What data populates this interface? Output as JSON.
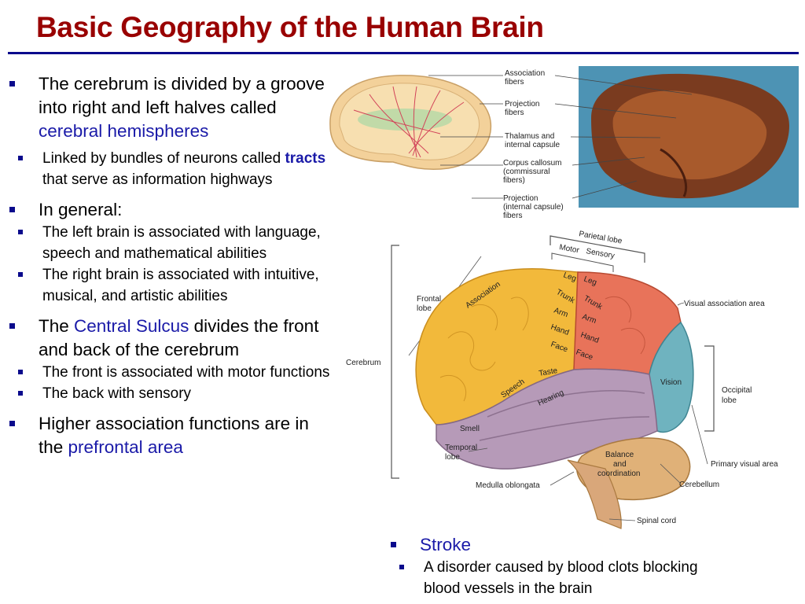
{
  "title": "Basic Geography of the Human Brain",
  "bullets": {
    "b1": {
      "pre": "The cerebrum is divided by a groove into right and left halves called ",
      "hl": "cerebral hemispheres",
      "sub1_pre": "Linked by bundles of neurons called ",
      "sub1_hl": "tracts",
      "sub1_post": " that serve as information highways"
    },
    "b2": {
      "text": "In general:",
      "sub1": "The left brain is associated with language, speech and mathematical abilities",
      "sub2": "The right brain is associated with intuitive, musical, and artistic abilities"
    },
    "b3": {
      "pre": "The ",
      "hl": "Central Sulcus",
      "post": " divides the front and back of the cerebrum",
      "sub1": "The front is associated with motor functions",
      "sub2": "The back with sensory"
    },
    "b4": {
      "pre": "Higher association functions are in the ",
      "hl": "prefrontal area"
    }
  },
  "stroke": {
    "title": "Stroke",
    "sub": "A disorder caused by blood clots blocking blood vessels in the brain"
  },
  "top_figure": {
    "labels": {
      "assoc": "Association",
      "assoc2": "fibers",
      "proj": "Projection",
      "proj2": "fibers",
      "thal": "Thalamus and",
      "thal2": "internal capsule",
      "cc": "Corpus callosum",
      "cc2": "(commissural",
      "cc3": "fibers)",
      "pic": "Projection",
      "pic2": "(internal capsule)",
      "pic3": "fibers"
    }
  },
  "bottom_figure": {
    "labels": {
      "parietal": "Parietal lobe",
      "motor": "Motor",
      "sensory": "Sensory",
      "frontal": "Frontal",
      "frontal2": "lobe",
      "cerebrum": "Cerebrum",
      "visassoc": "Visual association area",
      "occipital": "Occipital",
      "occipital2": "lobe",
      "primvis": "Primary visual area",
      "cerebellum": "Cerebellum",
      "spinal": "Spinal cord",
      "medulla": "Medulla oblongata",
      "temporal": "Temporal",
      "temporal2": "lobe",
      "smell": "Smell",
      "balance": "Balance",
      "balance2": "and",
      "balance3": "coordination",
      "association": "Association",
      "leg1": "Leg",
      "trunk1": "Trunk",
      "arm1": "Arm",
      "hand1": "Hand",
      "face1": "Face",
      "leg2": "Leg",
      "trunk2": "Trunk",
      "arm2": "Arm",
      "hand2": "Hand",
      "face2": "Face",
      "taste": "Taste",
      "speech": "Speech",
      "hearing": "Hearing",
      "vision": "Vision"
    }
  },
  "colors": {
    "title": "#990000",
    "rule": "#0a0a8c",
    "highlight": "#1a1aa8",
    "frontal": "#f2b93b",
    "parietal": "#e8735a",
    "temporal": "#b69ab8",
    "occipital": "#6fb3bf",
    "cerebellum": "#e0b178"
  }
}
